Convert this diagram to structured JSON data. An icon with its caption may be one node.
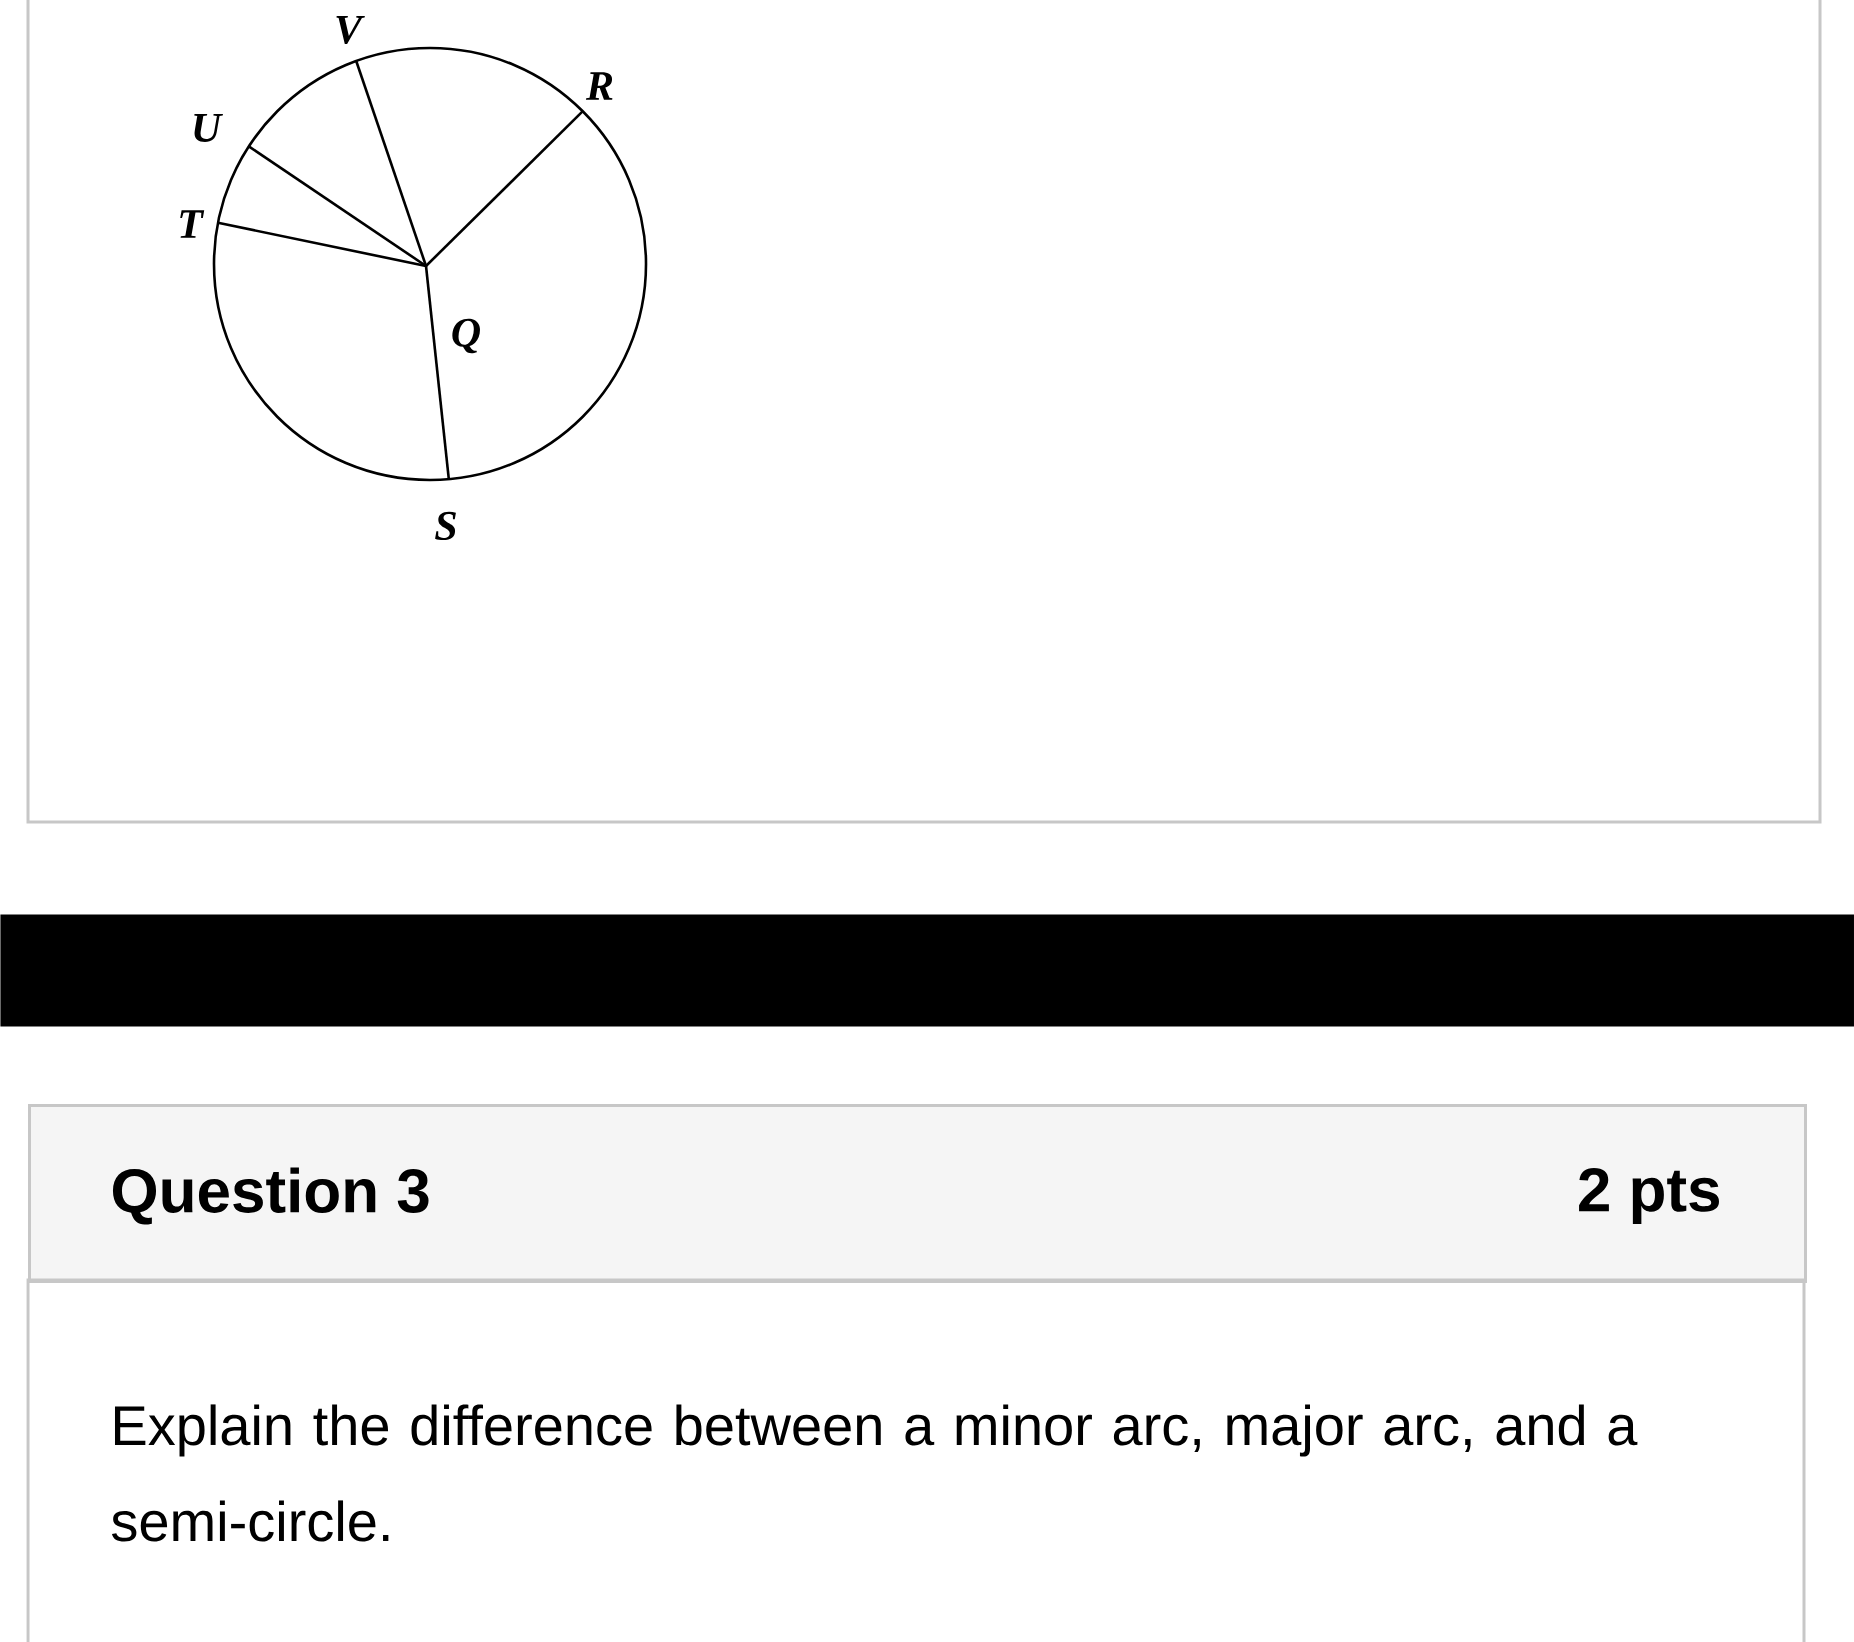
{
  "diagram": {
    "nodes": [
      {
        "text": [],
        "shape": "bar"
      },
      {
        "text": [
          "Question 3",
          "2 pts"
        ]
      },
      {
        "text": [
          "Explain the difference between a minor arc, major arc, and a semi-circle."
        ]
      }
    ],
    "labels": [
      "V",
      "U",
      "R",
      "T",
      "Q",
      "S"
    ]
  }
}
